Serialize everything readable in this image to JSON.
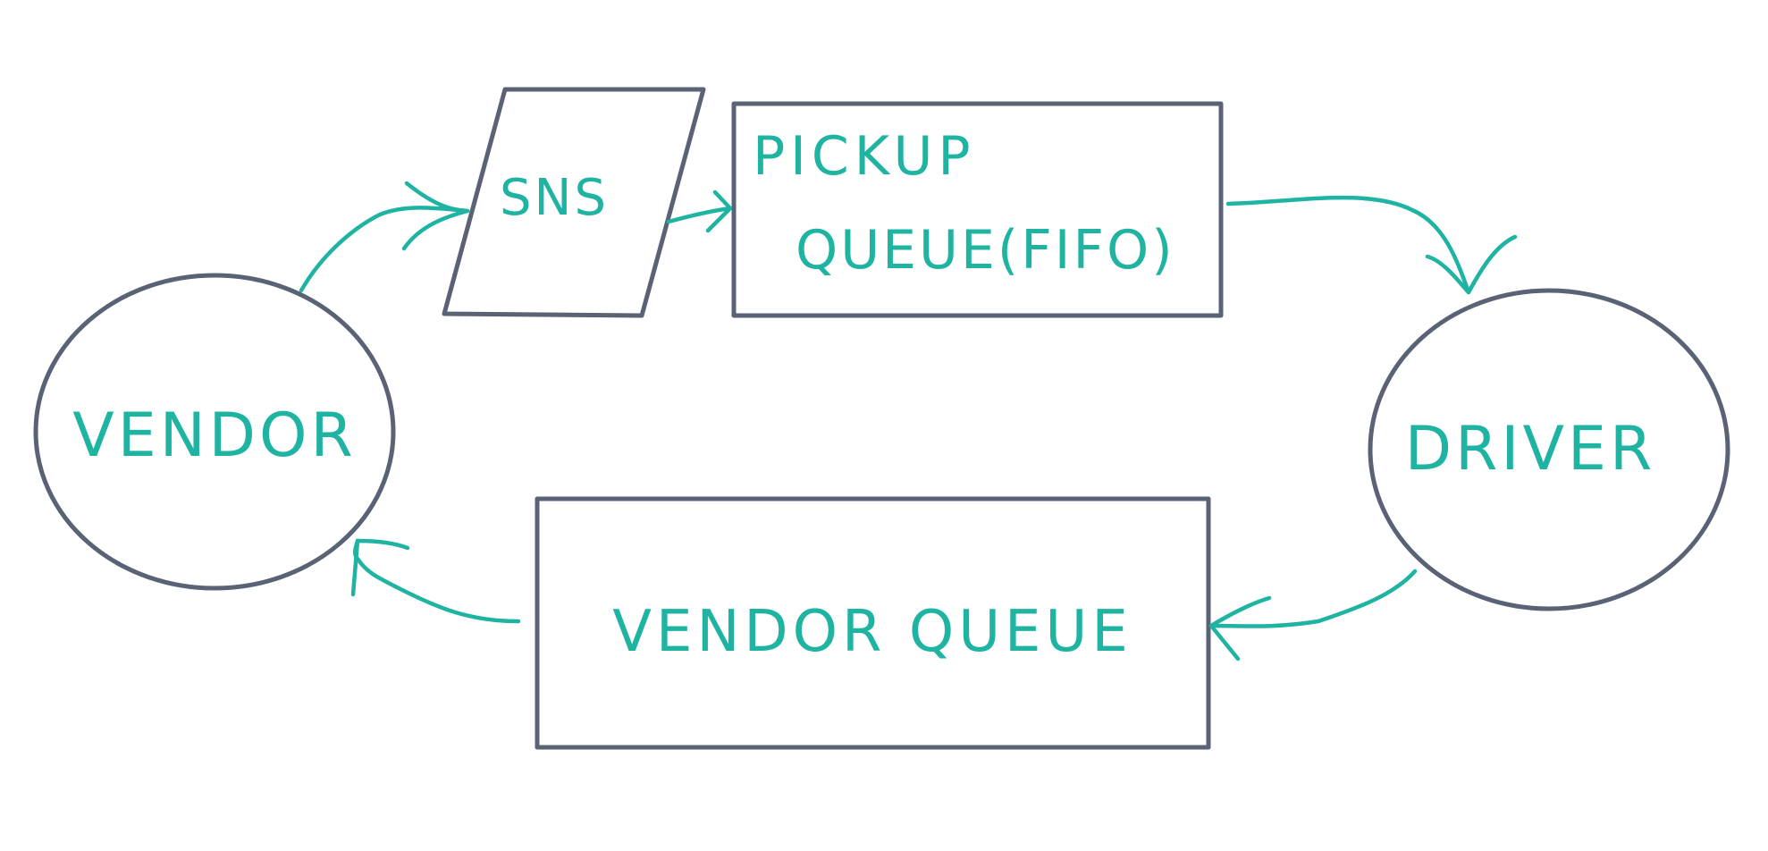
{
  "diagram": {
    "nodes": {
      "vendor": {
        "label": "VENDOR",
        "shape": "ellipse"
      },
      "sns": {
        "label": "SNS",
        "shape": "parallelogram"
      },
      "pickup_queue": {
        "line1": "PICKUP",
        "line2": "QUEUE(FIFO)",
        "shape": "rectangle"
      },
      "driver": {
        "label": "DRIVER",
        "shape": "ellipse"
      },
      "vendor_queue": {
        "label": "VENDOR QUEUE",
        "shape": "rectangle"
      }
    },
    "edges": [
      {
        "from": "VENDOR",
        "to": "SNS"
      },
      {
        "from": "SNS",
        "to": "PICKUP QUEUE(FIFO)"
      },
      {
        "from": "PICKUP QUEUE(FIFO)",
        "to": "DRIVER"
      },
      {
        "from": "DRIVER",
        "to": "VENDOR QUEUE"
      },
      {
        "from": "VENDOR QUEUE",
        "to": "VENDOR"
      }
    ],
    "colors": {
      "shape_stroke": "#5a6275",
      "text_and_arrows": "#1fb3a2",
      "background": "#ffffff"
    }
  }
}
